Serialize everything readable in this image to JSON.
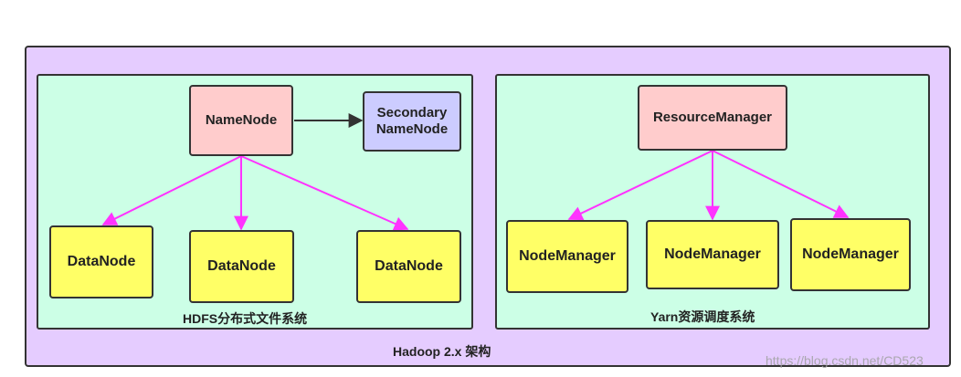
{
  "diagram": {
    "title": "Hadoop 2.x 架构",
    "hdfs": {
      "label": "HDFS分布式文件系统",
      "namenode": "NameNode",
      "secondary_namenode": "Secondary NameNode",
      "datanodes": [
        "DataNode",
        "DataNode",
        "DataNode"
      ]
    },
    "yarn": {
      "label": "Yarn资源调度系统",
      "resource_manager": "ResourceManager",
      "nodemanagers": [
        "NodeManager",
        "NodeManager",
        "NodeManager"
      ]
    }
  },
  "colors": {
    "outer_fill": "#e5ccff",
    "panel_fill": "#ccffe6",
    "master_fill": "#ffcccc",
    "secondary_fill": "#ccccff",
    "worker_fill": "#ffff66",
    "arrow_pink": "#ff33ff",
    "arrow_dark": "#333333"
  },
  "watermark": "https://blog.csdn.net/CD523"
}
